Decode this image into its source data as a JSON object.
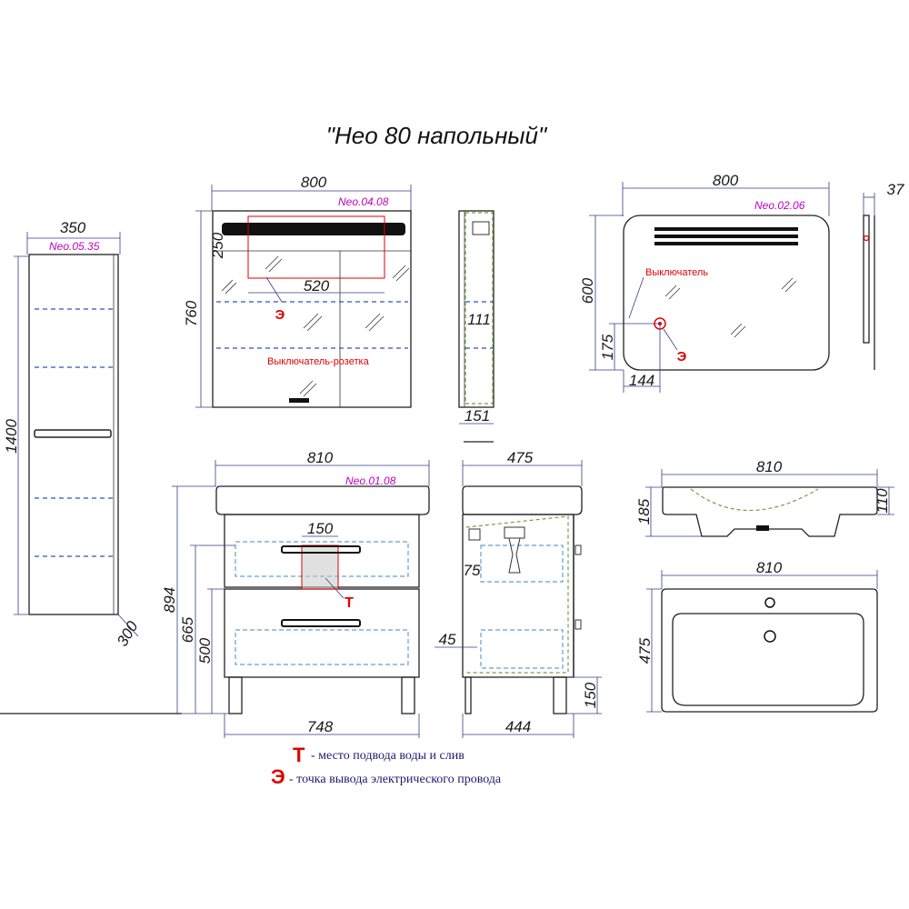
{
  "title": "\"Нео 80 напольный\"",
  "column": {
    "series": "Neo.05.35",
    "width": "350",
    "height": "1400",
    "depth": "300"
  },
  "mirror_cabinet": {
    "series": "Neo.04.08",
    "width": "800",
    "height": "760",
    "light_height": "250",
    "light_width": "520",
    "switch_label": "Выключатель-розетка",
    "electric_mark": "Э",
    "shelf_height": "111",
    "depth": "151"
  },
  "mirror": {
    "series": "Neo.02.06",
    "width": "800",
    "height": "600",
    "depth": "37",
    "switch_label": "Выключатель",
    "electric_mark": "Э",
    "outlet_height": "175",
    "outlet_offset": "144"
  },
  "vanity": {
    "series": "Neo.01.08",
    "top_width": "810",
    "body_width": "748",
    "height_total": "894",
    "height_body": "665",
    "drawer_height": "500",
    "plumbing_width": "150",
    "water_mark": "Т",
    "side_depth_top": "475",
    "side_depth_bottom": "444",
    "leg_height": "150",
    "siphon_height": "75",
    "bottom_offset": "45"
  },
  "sink": {
    "width_side": "810",
    "height_side": "185",
    "rim_height": "110",
    "width_top": "810",
    "depth_top": "475"
  },
  "legend": [
    {
      "mark": "Т",
      "text": "- место подвода воды и слив"
    },
    {
      "mark": "Э",
      "text": "-  точка вывода электрического провода"
    }
  ]
}
